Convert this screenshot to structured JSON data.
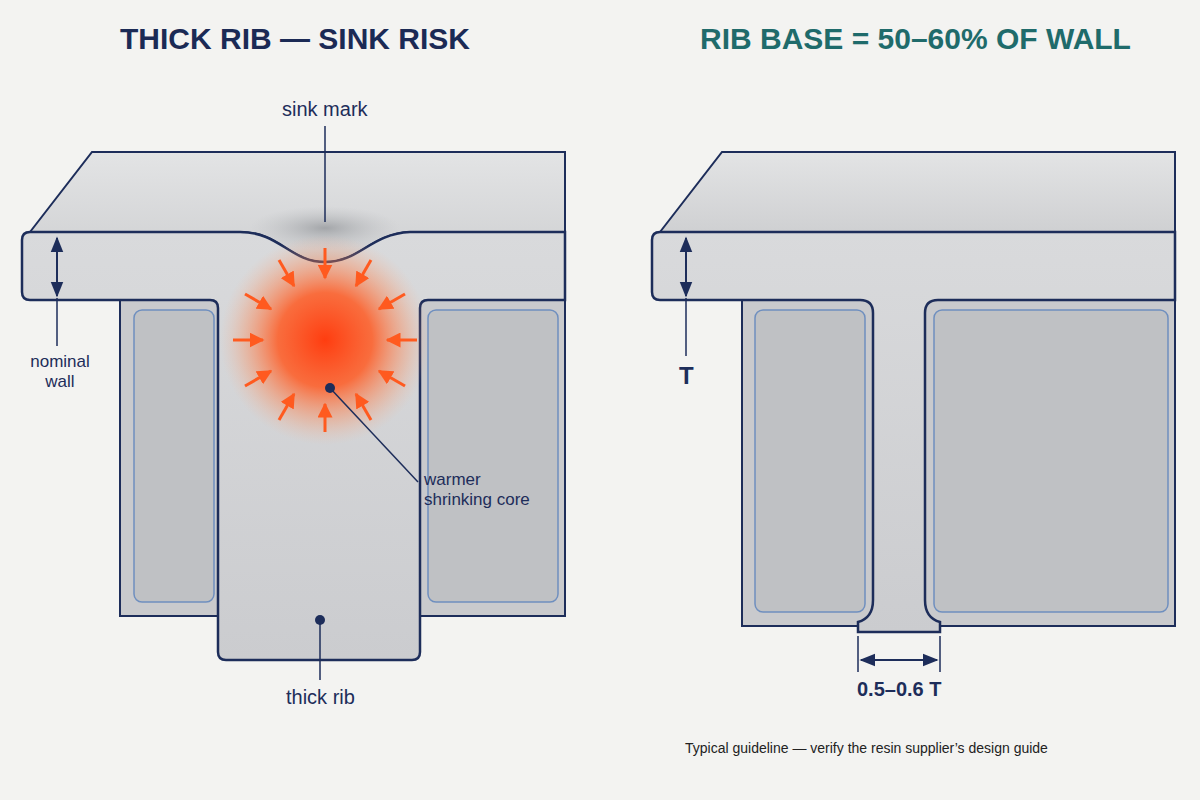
{
  "diagram": {
    "caption": "Typical guideline — verify the resin supplier’s design guide",
    "labels": [
      "THICK RIB — SINK RISK",
      "RIB BASE = 50–60% OF WALL",
      "sink mark",
      "nominal wall",
      "warmer shrinking core",
      "thick rib",
      "T",
      "0.5–0.6 T"
    ]
  }
}
